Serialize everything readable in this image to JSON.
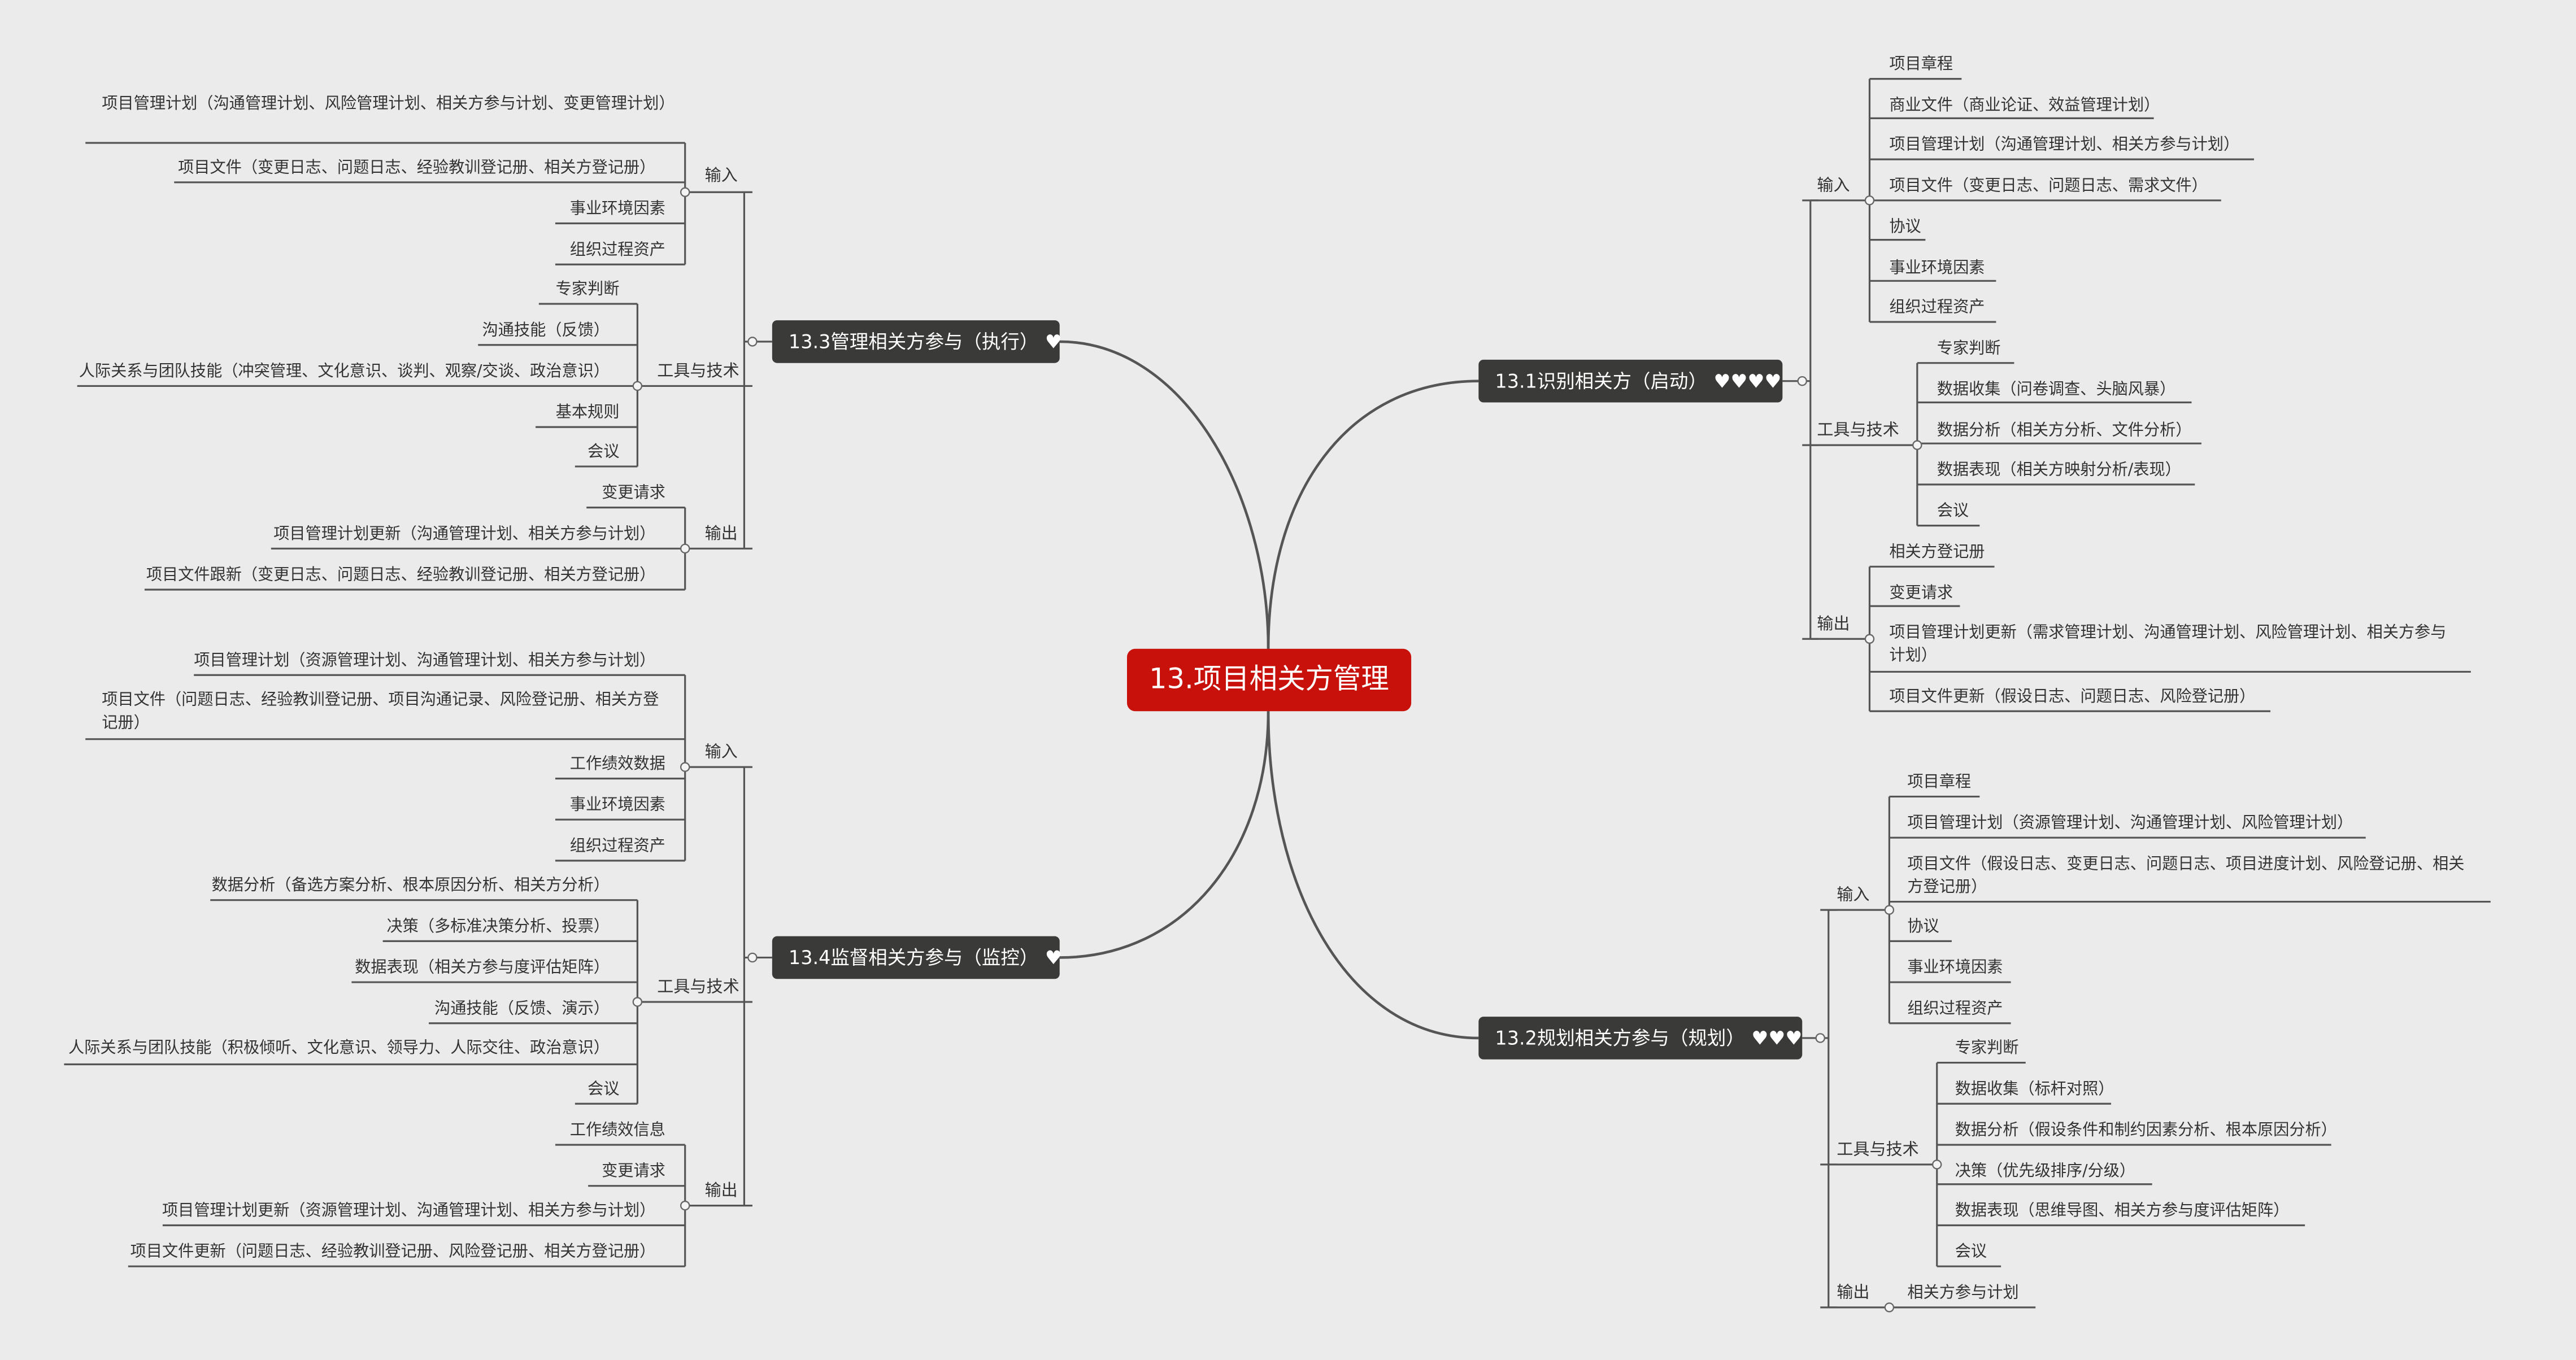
{
  "root": {
    "label": "13.项目相关方管理",
    "color": "#c9110c"
  },
  "branches": [
    {
      "id": "b31",
      "label": "13.1识别相关方（启动）",
      "hearts": "♥♥♥♥",
      "groups": [
        {
          "label": "输入",
          "items": [
            "项目章程",
            "商业文件（商业论证、效益管理计划）",
            "项目管理计划（沟通管理计划、相关方参与计划）",
            "项目文件（变更日志、问题日志、需求文件）",
            "协议",
            "事业环境因素",
            "组织过程资产"
          ]
        },
        {
          "label": "工具与技术",
          "items": [
            "专家判断",
            "数据收集（问卷调查、头脑风暴）",
            "数据分析（相关方分析、文件分析）",
            "数据表现（相关方映射分析/表现）",
            "会议"
          ]
        },
        {
          "label": "输出",
          "items": [
            "相关方登记册",
            "变更请求",
            "项目管理计划更新（需求管理计划、沟通管理计划、风险管理计划、相关方参与计划）",
            "项目文件更新（假设日志、问题日志、风险登记册）"
          ]
        }
      ]
    },
    {
      "id": "b32",
      "label": "13.2规划相关方参与（规划）",
      "hearts": "♥♥♥",
      "groups": [
        {
          "label": "输入",
          "items": [
            "项目章程",
            "项目管理计划（资源管理计划、沟通管理计划、风险管理计划）",
            "项目文件（假设日志、变更日志、问题日志、项目进度计划、风险登记册、相关方登记册）",
            "协议",
            "事业环境因素",
            "组织过程资产"
          ]
        },
        {
          "label": "工具与技术",
          "items": [
            "专家判断",
            "数据收集（标杆对照）",
            "数据分析（假设条件和制约因素分析、根本原因分析）",
            "决策（优先级排序/分级）",
            "数据表现（思维导图、相关方参与度评估矩阵）",
            "会议"
          ]
        },
        {
          "label": "输出",
          "items": [
            "相关方参与计划"
          ]
        }
      ]
    },
    {
      "id": "b33",
      "label": "13.3管理相关方参与（执行）",
      "hearts": "♥",
      "groups": [
        {
          "label": "输入",
          "items": [
            "项目管理计划（沟通管理计划、风险管理计划、相关方参与计划、变更管理计划）",
            "项目文件（变更日志、问题日志、经验教训登记册、相关方登记册）",
            "事业环境因素",
            "组织过程资产"
          ]
        },
        {
          "label": "工具与技术",
          "items": [
            "专家判断",
            "沟通技能（反馈）",
            "人际关系与团队技能（冲突管理、文化意识、谈判、观察/交谈、政治意识）",
            "基本规则",
            "会议"
          ]
        },
        {
          "label": "输出",
          "items": [
            "变更请求",
            "项目管理计划更新（沟通管理计划、相关方参与计划）",
            "项目文件跟新（变更日志、问题日志、经验教训登记册、相关方登记册）"
          ]
        }
      ]
    },
    {
      "id": "b34",
      "label": "13.4监督相关方参与（监控）",
      "hearts": "♥",
      "groups": [
        {
          "label": "输入",
          "items": [
            "项目管理计划（资源管理计划、沟通管理计划、相关方参与计划）",
            "项目文件（问题日志、经验教训登记册、项目沟通记录、风险登记册、相关方登记册）",
            "工作绩效数据",
            "事业环境因素",
            "组织过程资产"
          ]
        },
        {
          "label": "工具与技术",
          "items": [
            "数据分析（备选方案分析、根本原因分析、相关方分析）",
            "决策（多标准决策分析、投票）",
            "数据表现（相关方参与度评估矩阵）",
            "沟通技能（反馈、演示）",
            "人际关系与团队技能（积极倾听、文化意识、领导力、人际交往、政治意识）",
            "会议"
          ]
        },
        {
          "label": "输出",
          "items": [
            "工作绩效信息",
            "变更请求",
            "项目管理计划更新（资源管理计划、沟通管理计划、相关方参与计划）",
            "项目文件更新（问题日志、经验教训登记册、风险登记册、相关方登记册）"
          ]
        }
      ]
    }
  ]
}
